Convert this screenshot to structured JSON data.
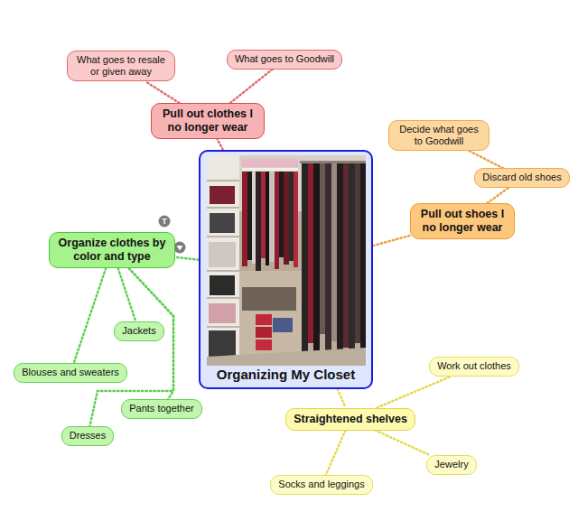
{
  "diagram": {
    "nodes": [
      {
        "text": [
          "What goes to resale or given away"
        ]
      },
      {
        "text": [
          "What goes to Goodwill"
        ]
      },
      {
        "text": [
          "Pull out clothes I no longer wear"
        ]
      },
      {
        "text": [
          "Decide what goes to Goodwill"
        ]
      },
      {
        "text": [
          "Discard old shoes"
        ]
      },
      {
        "text": [
          "Organize clothes by color and type"
        ]
      },
      {
        "text": [
          "Pull out shoes I no longer wear"
        ]
      },
      {
        "text": [
          "Organizing My Closet"
        ]
      },
      {
        "text": [
          "Jackets"
        ]
      },
      {
        "text": [
          "Work out clothes"
        ]
      },
      {
        "text": [
          "Blouses and sweaters"
        ]
      },
      {
        "text": [
          "Straightened shelves"
        ]
      },
      {
        "text": [
          "Pants together"
        ]
      },
      {
        "text": [
          "Jewelry"
        ]
      },
      {
        "text": [
          "Dresses"
        ]
      },
      {
        "text": [
          "Socks and leggings"
        ]
      }
    ],
    "edges": [
      {
        "from": 7,
        "to": 2,
        "arrow": "none"
      },
      {
        "from": 2,
        "to": 0,
        "arrow": "none"
      },
      {
        "from": 2,
        "to": 1,
        "arrow": "none"
      },
      {
        "from": 7,
        "to": 6,
        "arrow": "none"
      },
      {
        "from": 6,
        "to": 4,
        "arrow": "none"
      },
      {
        "from": 4,
        "to": 3,
        "arrow": "none"
      },
      {
        "from": 7,
        "to": 5,
        "arrow": "none"
      },
      {
        "from": 5,
        "to": 8,
        "arrow": "none"
      },
      {
        "from": 5,
        "to": 10,
        "arrow": "none"
      },
      {
        "from": 5,
        "to": 12,
        "arrow": "none"
      },
      {
        "from": 5,
        "to": 14,
        "arrow": "none"
      },
      {
        "from": 7,
        "to": 11,
        "arrow": "none"
      },
      {
        "from": 11,
        "to": 9,
        "arrow": "none"
      },
      {
        "from": 11,
        "to": 13,
        "arrow": "none"
      },
      {
        "from": 11,
        "to": 15,
        "arrow": "none"
      }
    ],
    "labels": [
      "T"
    ]
  }
}
